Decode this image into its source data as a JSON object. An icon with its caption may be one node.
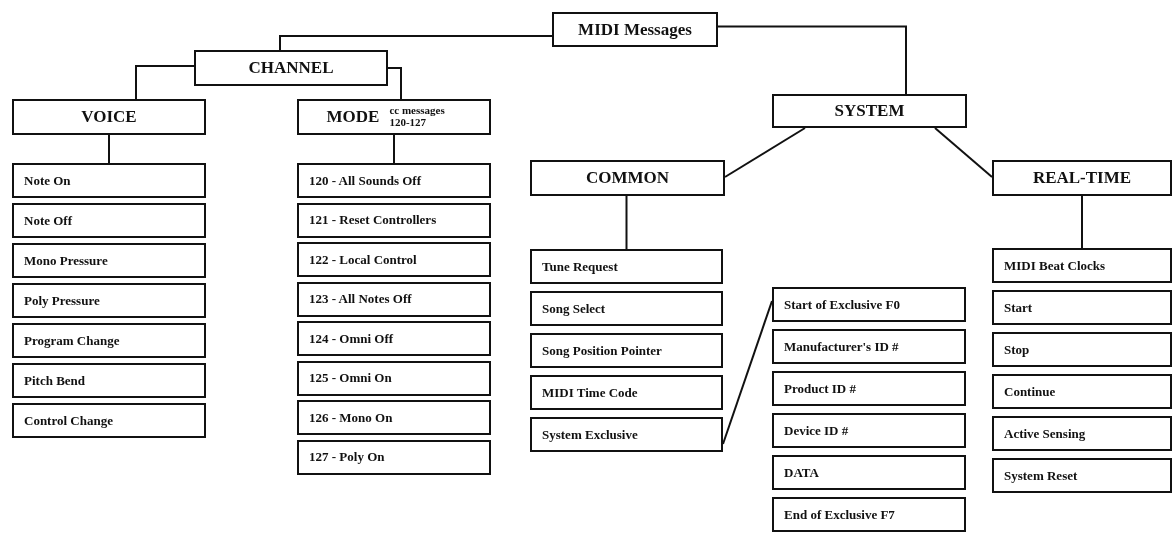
{
  "diagram": {
    "nodes": [
      {
        "text": [
          "MIDI Messages"
        ]
      },
      {
        "text": [
          "CHANNEL"
        ]
      },
      {
        "text": [
          "VOICE"
        ]
      },
      {
        "text": [
          "MODE",
          "cc messages 120-127"
        ]
      },
      {
        "text": [
          "SYSTEM"
        ]
      },
      {
        "text": [
          "COMMON"
        ]
      },
      {
        "text": [
          "REAL-TIME"
        ]
      },
      {
        "text": [
          "Note On"
        ]
      },
      {
        "text": [
          "Note Off"
        ]
      },
      {
        "text": [
          "Mono Pressure"
        ]
      },
      {
        "text": [
          "Poly Pressure"
        ]
      },
      {
        "text": [
          "Program Change"
        ]
      },
      {
        "text": [
          "Pitch Bend"
        ]
      },
      {
        "text": [
          "Control Change"
        ]
      },
      {
        "text": [
          "120 - All Sounds Off"
        ]
      },
      {
        "text": [
          "121 - Reset Controllers"
        ]
      },
      {
        "text": [
          "122 - Local Control"
        ]
      },
      {
        "text": [
          "123 - All Notes Off"
        ]
      },
      {
        "text": [
          "124 - Omni Off"
        ]
      },
      {
        "text": [
          "125 - Omni On"
        ]
      },
      {
        "text": [
          "126 - Mono On"
        ]
      },
      {
        "text": [
          "127 - Poly On"
        ]
      },
      {
        "text": [
          "Tune Request"
        ]
      },
      {
        "text": [
          "Song Select"
        ]
      },
      {
        "text": [
          "Song Position Pointer"
        ]
      },
      {
        "text": [
          "MIDI Time Code"
        ]
      },
      {
        "text": [
          "System Exclusive"
        ]
      },
      {
        "text": [
          "Start of Exclusive F0"
        ]
      },
      {
        "text": [
          "Manufacturer's ID #"
        ]
      },
      {
        "text": [
          "Product ID #"
        ]
      },
      {
        "text": [
          "Device ID #"
        ]
      },
      {
        "text": [
          "DATA"
        ]
      },
      {
        "text": [
          "End of Exclusive F7"
        ]
      },
      {
        "text": [
          "MIDI Beat Clocks"
        ]
      },
      {
        "text": [
          "Start"
        ]
      },
      {
        "text": [
          "Stop"
        ]
      },
      {
        "text": [
          "Continue"
        ]
      },
      {
        "text": [
          "Active Sensing"
        ]
      },
      {
        "text": [
          "System Reset"
        ]
      }
    ],
    "edges": [
      {
        "from": 0,
        "to": 1,
        "arrow": "none"
      },
      {
        "from": 0,
        "to": 4,
        "arrow": "none"
      },
      {
        "from": 1,
        "to": 2,
        "arrow": "none"
      },
      {
        "from": 1,
        "to": 3,
        "arrow": "none"
      },
      {
        "from": 4,
        "to": 5,
        "arrow": "none"
      },
      {
        "from": 4,
        "to": 6,
        "arrow": "none"
      },
      {
        "from": 2,
        "to": 7,
        "arrow": "none"
      },
      {
        "from": 3,
        "to": 14,
        "arrow": "none"
      },
      {
        "from": 5,
        "to": 22,
        "arrow": "none"
      },
      {
        "from": 6,
        "to": 33,
        "arrow": "none"
      },
      {
        "from": 26,
        "to": 27,
        "arrow": "none"
      }
    ]
  }
}
